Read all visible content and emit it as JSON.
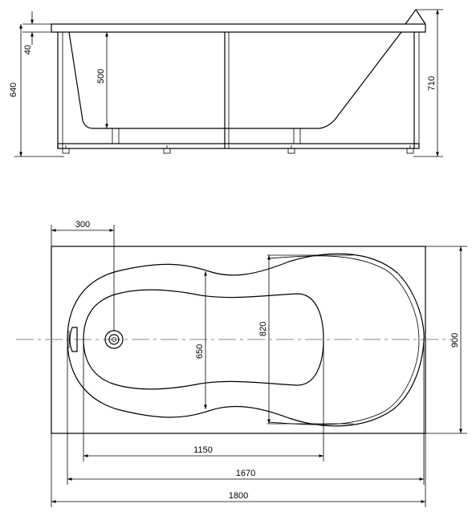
{
  "side_view": {
    "dims": {
      "rim_thickness": "40",
      "total_height": "640",
      "inner_depth": "500",
      "height_with_headrest": "710"
    }
  },
  "top_view": {
    "dims": {
      "drain_offset": "300",
      "overall_width": "900",
      "outer_bowl_width": "820",
      "inner_bowl_width": "650",
      "inner_bottom_length": "1150",
      "bowl_length": "1670",
      "overall_length": "1800"
    }
  },
  "colors": {
    "line": "#000000",
    "centerline": "#888888",
    "background": "#ffffff"
  }
}
